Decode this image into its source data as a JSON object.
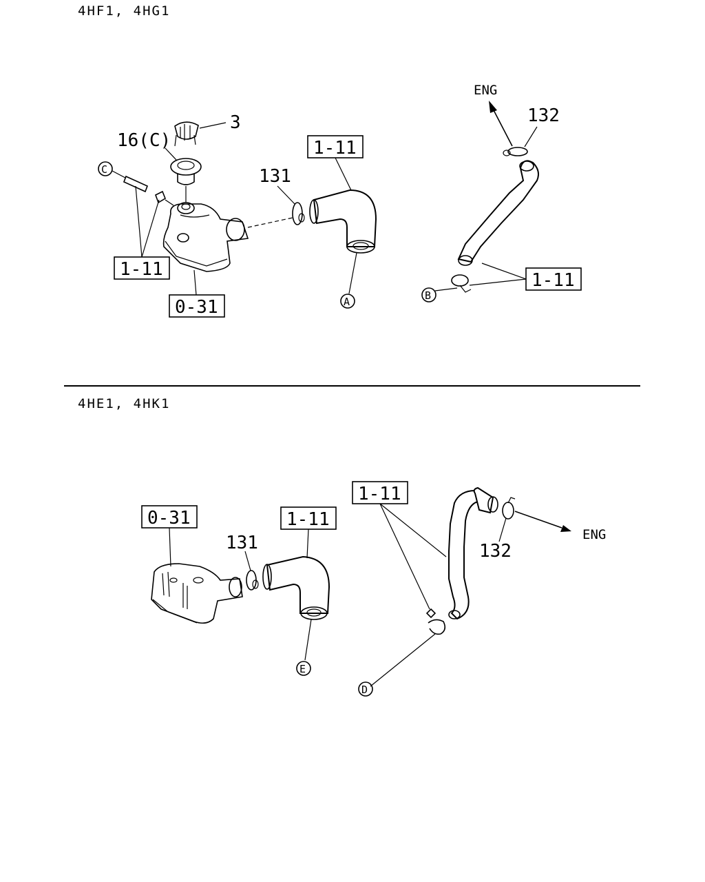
{
  "sections": [
    {
      "title": "4HF1, 4HG1"
    },
    {
      "title": "4HE1, 4HK1"
    }
  ],
  "top": {
    "callouts": {
      "cap_top": "3",
      "cap": "16(C)",
      "clamp_left": "131",
      "clamp_right": "132",
      "ref_c": "C",
      "ref_a": "A",
      "ref_b": "B"
    },
    "boxes": {
      "hose_bend": "1-11",
      "bolts": "1-11",
      "housing": "0-31",
      "hose_long": "1-11"
    },
    "eng": "ENG"
  },
  "bottom": {
    "callouts": {
      "clamp_left": "131",
      "clamp_right": "132",
      "ref_e": "E",
      "ref_d": "D"
    },
    "boxes": {
      "housing": "0-31",
      "hose_bend": "1-11",
      "hose_long": "1-11"
    },
    "eng": "ENG"
  }
}
